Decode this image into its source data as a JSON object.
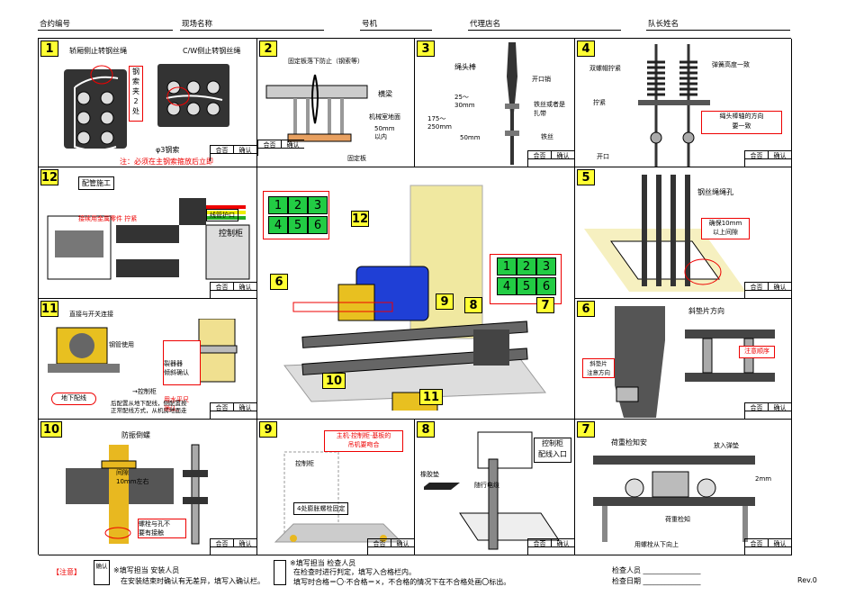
{
  "header": {
    "contract_no": "合约编号",
    "site_name": "现场名称",
    "unit_no": "号机",
    "agent_name": "代理店名",
    "leader_name": "队长姓名"
  },
  "check_labels": {
    "pass": "合否",
    "confirm": "确认"
  },
  "panels": {
    "p1": {
      "num": "1",
      "title": "轿厢侧止转钢丝绳",
      "title2": "C/W侧止转钢丝绳",
      "clamp": "钢\n索\n夹\n2\n处",
      "wire": "φ3钢索",
      "note": "注：必须在主钢索箍放后立即"
    },
    "p2": {
      "num": "2",
      "top": "固定板落下防止（钢索等）",
      "beam": "横梁",
      "floor": "机械室地面",
      "gap": "50mm\n以内",
      "plate": "固定板"
    },
    "p3": {
      "num": "3",
      "title": "绳头棒",
      "open_pin": "开口销",
      "d1": "25～\n30mm",
      "d2": "175～\n250mm",
      "d3": "50mm",
      "wire_hole": "铁丝或者是\n扎带",
      "iron": "铁丝"
    },
    "p4": {
      "num": "4",
      "nuts": "双螺帽拧紧",
      "spring": "弹簧高度一致",
      "tight": "拧紧",
      "open": "开口",
      "note": "绳头棒轴的方向\n要一致"
    },
    "p5": {
      "num": "5",
      "title": "钢丝绳绳孔",
      "note": "确保10mm\n以上间隙"
    },
    "p6": {
      "num": "6",
      "title": "斜垫片方向",
      "dir": "斜垫片\n注意方向",
      "order": "注意顺序"
    },
    "p7": {
      "num": "7",
      "title": "荷重检知安",
      "spring": "放入弹垫",
      "gap": "2mm",
      "sensor": "荷重检知",
      "bolt": "用螺栓从下向上"
    },
    "p8": {
      "num": "8",
      "ctrl": "控制柜\n配线入口",
      "rubber": "橡胶垫",
      "cable": "随行电缆"
    },
    "p9": {
      "num": "9",
      "note": "主机·控制柜·基板的\n吊机要吻合",
      "ctrl": "控制柜",
      "bolts": "4处膨胀螺栓固定"
    },
    "p10": {
      "num": "10",
      "title": "防振倒螺",
      "gap": "间隙\n10mm左右",
      "note": "螺栓与孔不\n要有接触"
    },
    "p11": {
      "num": "11",
      "title": "直接与开关连接",
      "pipe": "钢管使用",
      "reducer": "裂器器\n倾斜确认",
      "level": "用水平尺\n确认。",
      "under": "地下配线",
      "ctrl": "→控制柜",
      "note": "后配置从地下配线，侧配置按\n正常配线方式，从机房地面走"
    },
    "p12": {
      "num": "12",
      "title": "配管施工",
      "note": "接续用金属零件  拧紧",
      "guard": "线管护口",
      "ctrl": "控制柜"
    },
    "center": {
      "n12": "12",
      "n6": "6",
      "n10": "10",
      "n9": "9",
      "n8": "8",
      "n11": "11",
      "n7": "7",
      "grid_a": [
        "1",
        "2",
        "3",
        "4",
        "5",
        "6"
      ],
      "grid_b": [
        "1",
        "2",
        "3",
        "4",
        "5",
        "6"
      ]
    }
  },
  "footer": {
    "notice": "【注意】",
    "confirm": "确认",
    "line1a": "※填写担当  安装人员",
    "line1b": "在安装结束时确认有无差异，填写入确认栏。",
    "line2a": "※填写担当  检查人员",
    "line2b": "在检查时进行判定，填写入合格栏内。",
    "line2c": "填写时合格＝〇·不合格＝×，不合格的情况下在不合格处画〇标出。",
    "inspector": "检查人员",
    "date": "检查日期",
    "rev": "Rev.0"
  },
  "colors": {
    "yellow": "#ffff33",
    "green": "#22cc44",
    "red": "#ee0000",
    "blue": "#1f3fd6"
  }
}
